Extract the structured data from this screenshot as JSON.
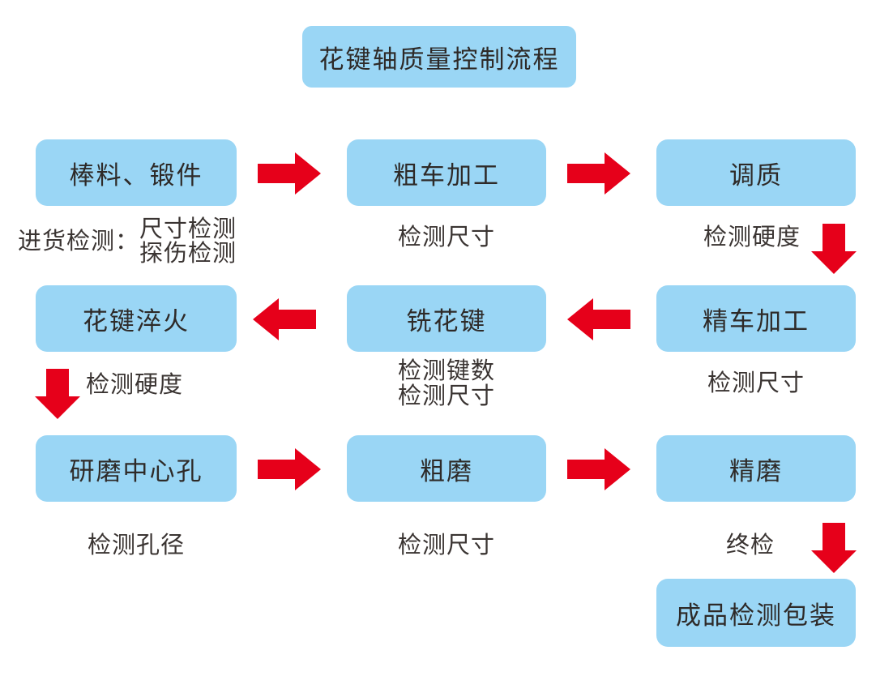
{
  "diagram": {
    "title": "花键轴质量控制流程",
    "colors": {
      "box_fill": "#9ad6f5",
      "arrow_red": "#e6001a",
      "text": "#3a3432",
      "background": "#ffffff"
    },
    "steps": {
      "raw_material": "棒料、锻件",
      "rough_turning": "粗车加工",
      "quench_temper": "调质",
      "spline_quenching": "花键淬火",
      "mill_spline": "铣花键",
      "fine_turning": "精车加工",
      "grind_center_hole": "研磨中心孔",
      "rough_grinding": "粗磨",
      "fine_grinding": "精磨",
      "final_inspection_packaging": "成品检测包装"
    },
    "inspections": {
      "incoming_prefix": "进货检测：",
      "incoming_line1": "尺寸检测",
      "incoming_line2": "探伤检测",
      "rough_turning_check": "检测尺寸",
      "quench_temper_check": "检测硬度",
      "mill_spline_check_line1": "检测键数",
      "mill_spline_check_line2": "检测尺寸",
      "fine_turning_check": "检测尺寸",
      "spline_quench_check": "检测硬度",
      "grind_center_hole_check": "检测孔径",
      "rough_grinding_check": "检测尺寸",
      "final_check": "终检"
    },
    "arrows": {
      "right_1": "arrow-right",
      "right_2": "arrow-right",
      "down_1": "arrow-down",
      "left_1": "arrow-left",
      "left_2": "arrow-left",
      "down_2": "arrow-down",
      "right_3": "arrow-right",
      "right_4": "arrow-right",
      "down_3": "arrow-down"
    }
  }
}
